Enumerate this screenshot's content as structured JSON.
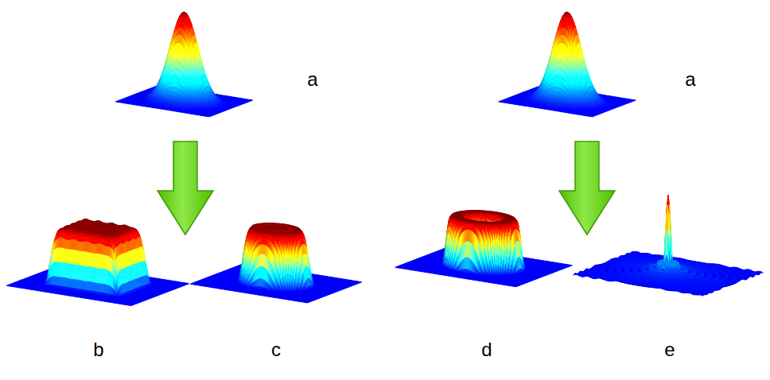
{
  "diagram": {
    "labels": [
      "a",
      "a",
      "b",
      "c",
      "d",
      "e"
    ]
  }
}
